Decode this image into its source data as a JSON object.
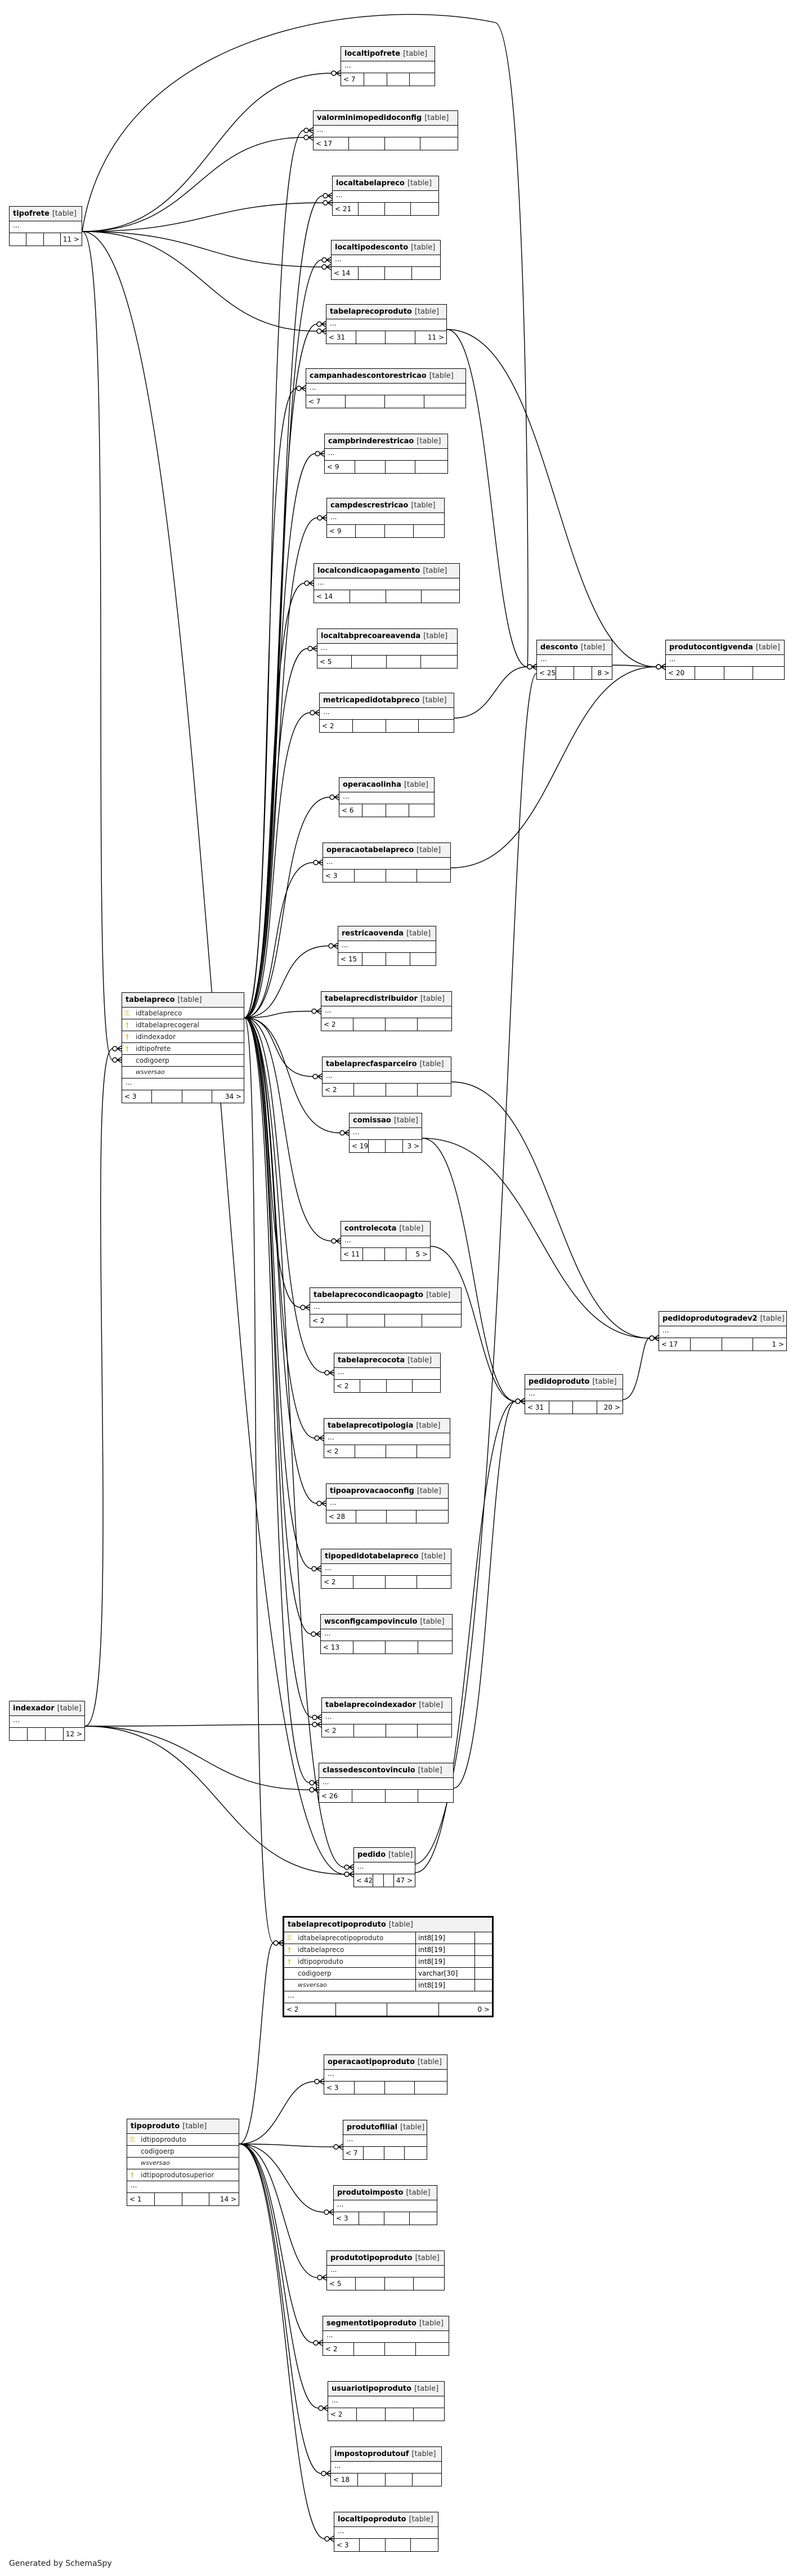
{
  "tag": "[table]",
  "credit": "Generated by SchemaSpy",
  "tables": {
    "localtipofrete": {
      "name": "localtipofrete",
      "left": "< 7",
      "right": ""
    },
    "valorminimopedidoconfig": {
      "name": "valorminimopedidoconfig",
      "left": "< 17",
      "right": ""
    },
    "localtabelapreco": {
      "name": "localtabelapreco",
      "left": "< 21",
      "right": ""
    },
    "localtipodesconto": {
      "name": "localtipodesconto",
      "left": "< 14",
      "right": ""
    },
    "tabelaprecoproduto": {
      "name": "tabelaprecoproduto",
      "left": "< 31",
      "right": "11 >"
    },
    "campanhadescontorestricao": {
      "name": "campanhadescontorestricao",
      "left": "< 7",
      "right": ""
    },
    "campbrinderestricao": {
      "name": "campbrinderestricao",
      "left": "< 9",
      "right": ""
    },
    "campdescrestricao": {
      "name": "campdescrestricao",
      "left": "< 9",
      "right": ""
    },
    "localcondicaopagamento": {
      "name": "localcondicaopagamento",
      "left": "< 14",
      "right": ""
    },
    "localtabprecoareavenda": {
      "name": "localtabprecoareavenda",
      "left": "< 5",
      "right": ""
    },
    "metricapedidotabpreco": {
      "name": "metricapedidotabpreco",
      "left": "< 2",
      "right": ""
    },
    "operacaolinha": {
      "name": "operacaolinha",
      "left": "< 6",
      "right": ""
    },
    "operacaotabelapreco": {
      "name": "operacaotabelapreco",
      "left": "< 3",
      "right": ""
    },
    "restricaovenda": {
      "name": "restricaovenda",
      "left": "< 15",
      "right": ""
    },
    "tabelaprecdistribuidor": {
      "name": "tabelaprecdistribuidor",
      "left": "< 2",
      "right": ""
    },
    "tabelaprecfasparceiro": {
      "name": "tabelaprecfasparceiro",
      "left": "< 2",
      "right": ""
    },
    "comissao": {
      "name": "comissao",
      "left": "< 19",
      "right": "3 >"
    },
    "controlecota": {
      "name": "controlecota",
      "left": "< 11",
      "right": "5 >"
    },
    "tabelaprecocondicaopagto": {
      "name": "tabelaprecocondicaopagto",
      "left": "< 2",
      "right": ""
    },
    "tabelaprecocota": {
      "name": "tabelaprecocota",
      "left": "< 2",
      "right": ""
    },
    "tabelaprecotipologia": {
      "name": "tabelaprecotipologia",
      "left": "< 2",
      "right": ""
    },
    "tipoaprovacaoconfig": {
      "name": "tipoaprovacaoconfig",
      "left": "< 28",
      "right": ""
    },
    "tipopedidotabelapreco": {
      "name": "tipopedidotabelapreco",
      "left": "< 2",
      "right": ""
    },
    "wsconfigcampovinculo": {
      "name": "wsconfigcampovinculo",
      "left": "< 13",
      "right": ""
    },
    "tabelaprecoindexador": {
      "name": "tabelaprecoindexador",
      "left": "< 2",
      "right": ""
    },
    "classedescontovinculo": {
      "name": "classedescontovinculo",
      "left": "< 26",
      "right": ""
    },
    "pedido": {
      "name": "pedido",
      "left": "< 42",
      "right": "47 >"
    },
    "desconto": {
      "name": "desconto",
      "left": "< 25",
      "right": "8 >"
    },
    "produtocontigvenda": {
      "name": "produtocontigvenda",
      "left": "< 20",
      "right": ""
    },
    "pedidoproduto": {
      "name": "pedidoproduto",
      "left": "< 31",
      "right": "20 >"
    },
    "pedidoprodutogradev2": {
      "name": "pedidoprodutogradev2",
      "left": "< 17",
      "right": "1 >"
    },
    "tipofrete": {
      "name": "tipofrete",
      "left": "",
      "right": "11 >"
    },
    "indexador": {
      "name": "indexador",
      "left": "",
      "right": "12 >"
    },
    "operacaotipoproduto": {
      "name": "operacaotipoproduto",
      "left": "< 3",
      "right": ""
    },
    "produtofilial": {
      "name": "produtofilial",
      "left": "< 7",
      "right": ""
    },
    "produtoimposto": {
      "name": "produtoimposto",
      "left": "< 3",
      "right": ""
    },
    "produtotipoproduto": {
      "name": "produtotipoproduto",
      "left": "< 5",
      "right": ""
    },
    "segmentotipoproduto": {
      "name": "segmentotipoproduto",
      "left": "< 2",
      "right": ""
    },
    "usuariotipoproduto": {
      "name": "usuariotipoproduto",
      "left": "< 2",
      "right": ""
    },
    "impostoprodutouf": {
      "name": "impostoprodutouf",
      "left": "< 18",
      "right": ""
    },
    "localtipoproduto": {
      "name": "localtipoproduto",
      "left": "< 3",
      "right": ""
    },
    "tabelapreco": {
      "name": "tabelapreco",
      "left": "< 3",
      "right": "34 >",
      "columns": [
        {
          "name": "idtabelapreco",
          "key": "pk"
        },
        {
          "name": "idtabelaprecogeral",
          "key": "fk"
        },
        {
          "name": "idindexador",
          "key": "fk"
        },
        {
          "name": "idtipofrete",
          "key": "fk"
        },
        {
          "name": "codigoerp",
          "key": ""
        },
        {
          "name": "wsversao",
          "key": ""
        }
      ]
    },
    "tipoproduto": {
      "name": "tipoproduto",
      "left": "< 1",
      "right": "14 >",
      "columns": [
        {
          "name": "idtipoproduto",
          "key": "pk"
        },
        {
          "name": "codigoerp",
          "key": ""
        },
        {
          "name": "wsversao",
          "key": ""
        },
        {
          "name": "idtipoprodutosuperior",
          "key": "fk"
        }
      ]
    },
    "tabelaprecotipoproduto": {
      "name": "tabelaprecotipoproduto",
      "left": "< 2",
      "right": "0 >",
      "columns": [
        {
          "name": "idtabelaprecotipoproduto",
          "type": "int8[19]",
          "key": "pk"
        },
        {
          "name": "idtabelapreco",
          "type": "int8[19]",
          "key": "fk"
        },
        {
          "name": "idtipoproduto",
          "type": "int8[19]",
          "key": "fk"
        },
        {
          "name": "codigoerp",
          "type": "varchar[30]",
          "key": ""
        },
        {
          "name": "wsversao",
          "type": "int8[19]",
          "key": ""
        }
      ]
    }
  }
}
